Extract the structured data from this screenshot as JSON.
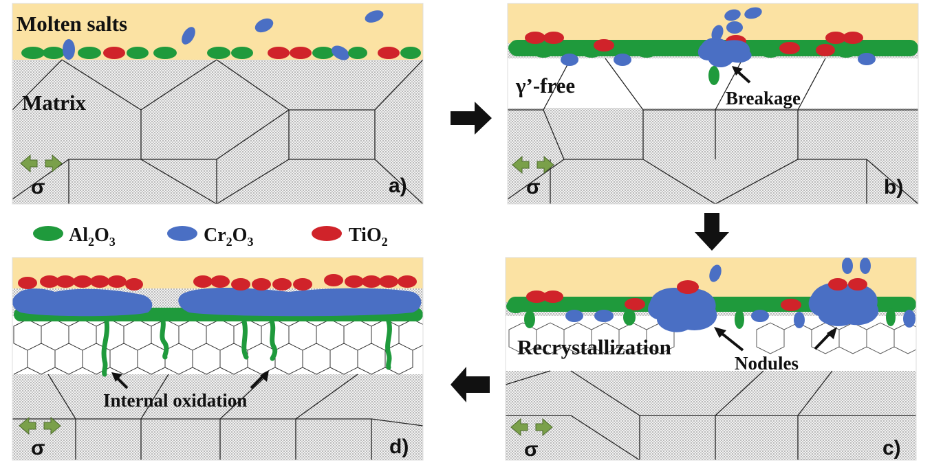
{
  "panels": {
    "a": {
      "letter": "a)",
      "molten_salts": "Molten salts",
      "matrix": "Matrix",
      "stress": "σ"
    },
    "b": {
      "letter": "b)",
      "gamma_free": "γ’-free",
      "breakage": "Breakage",
      "stress": "σ"
    },
    "c": {
      "letter": "c)",
      "recrystallization": "Recrystallization",
      "nodules": "Nodules",
      "stress": "σ"
    },
    "d": {
      "letter": "d)",
      "internal_oxidation": "Internal oxidation",
      "stress": "σ"
    }
  },
  "legend": [
    {
      "main": "Al",
      "sub1": "2",
      "mid": "O",
      "sub2": "3",
      "color": "#1f9a3c"
    },
    {
      "main": "Cr",
      "sub1": "2",
      "mid": "O",
      "sub2": "3",
      "color": "#4a6fc4"
    },
    {
      "main": "TiO",
      "sub1": "",
      "mid": "",
      "sub2": "2",
      "color": "#d0232a"
    }
  ],
  "colors": {
    "salt": "#fbe2a3",
    "alumina": "#1f9a3c",
    "chromia": "#4a6fc4",
    "titania": "#d0232a",
    "arrow": "#111111",
    "stress_arrow": "#7aa04a"
  }
}
